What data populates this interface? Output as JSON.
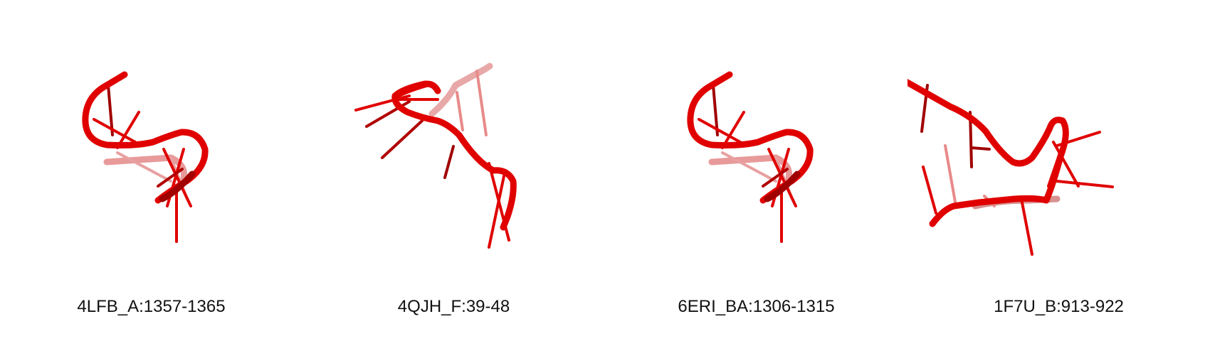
{
  "colors": {
    "ribbon": "#e00000",
    "ribbon_dark": "#a00000",
    "ribbon_faded": "#e88a8a",
    "background": "#ffffff"
  },
  "panels": [
    {
      "label": "4LFB_A:1357-1365"
    },
    {
      "label": "4QJH_F:39-48"
    },
    {
      "label": "6ERI_BA:1306-1315"
    },
    {
      "label": "1F7U_B:913-922"
    }
  ]
}
